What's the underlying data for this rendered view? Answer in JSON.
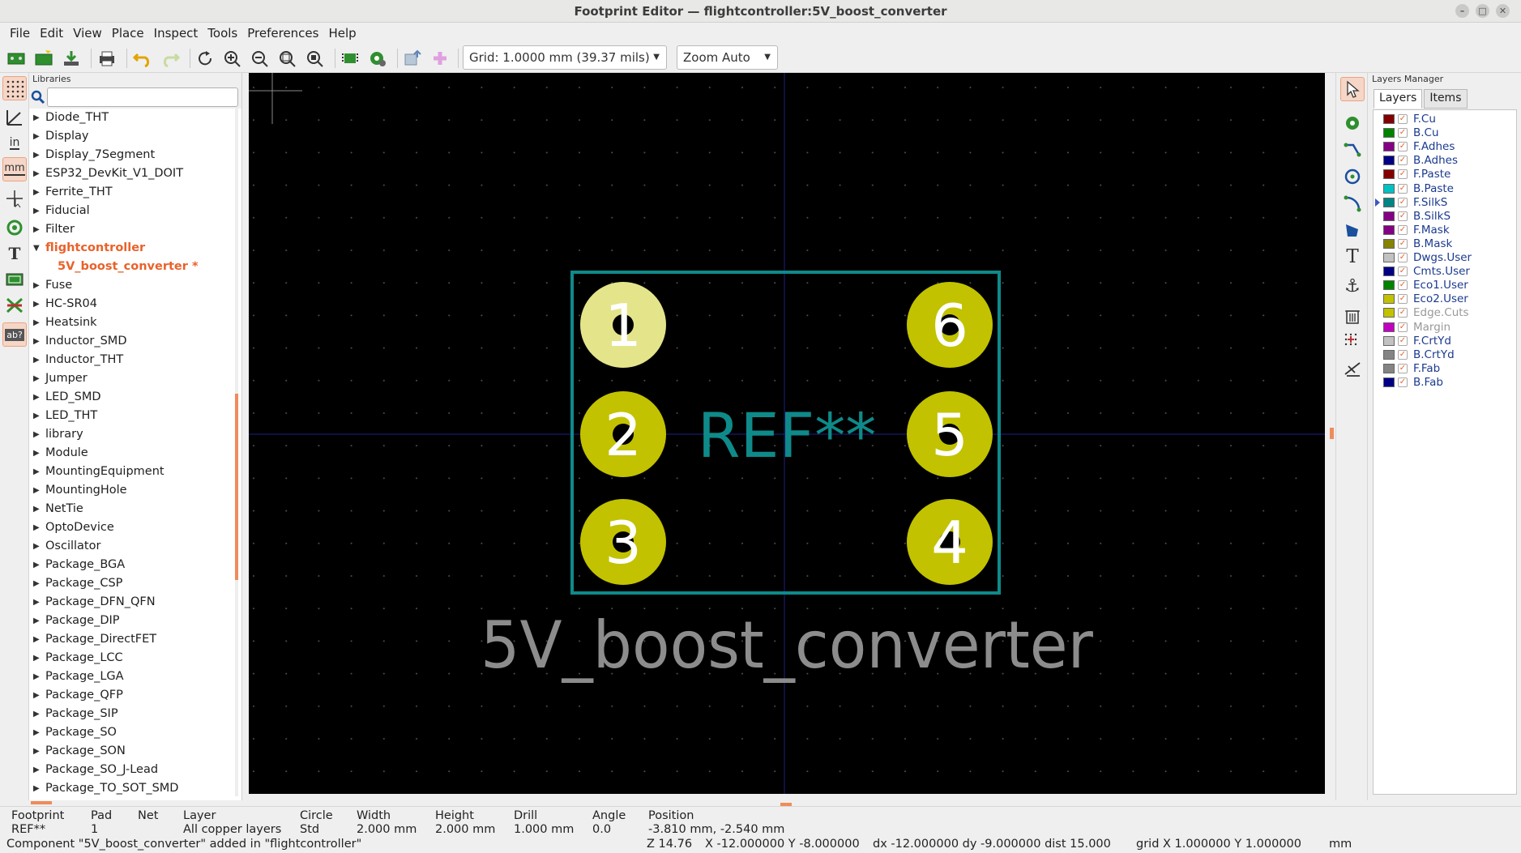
{
  "window": {
    "title": "Footprint Editor — flightcontroller:5V_boost_converter"
  },
  "menu": [
    "File",
    "Edit",
    "View",
    "Place",
    "Inspect",
    "Tools",
    "Preferences",
    "Help"
  ],
  "toolbar": {
    "grid_select": "Grid: 1.0000 mm (39.37 mils)",
    "zoom_select": "Zoom Auto",
    "icons": [
      "new-footprint-icon",
      "create-footprint-wizard-icon",
      "save-icon",
      "print-icon",
      "undo-icon",
      "redo-icon",
      "refresh-icon",
      "zoom-in-icon",
      "zoom-out-icon",
      "zoom-fit-icon",
      "zoom-selection-icon",
      "footprint-properties-icon",
      "pad-settings-icon",
      "load-footprint-from-board-icon",
      "insert-footprint-icon"
    ]
  },
  "left_tools": [
    "grid-toggle-icon",
    "polar-coords-icon",
    "inch-units-icon",
    "mm-units-icon",
    "cursor-shape-icon",
    "pad-sketch-icon",
    "text-sketch-icon",
    "graphics-sketch-icon",
    "high-contrast-icon",
    "show-pad-numbers-icon"
  ],
  "left_labels": {
    "in": "in",
    "mm": "mm",
    "abc": "ab?"
  },
  "libraries": {
    "title": "Libraries",
    "search_placeholder": "",
    "items": [
      {
        "label": "Diode_THT",
        "state": "collapsed"
      },
      {
        "label": "Display",
        "state": "collapsed"
      },
      {
        "label": "Display_7Segment",
        "state": "collapsed"
      },
      {
        "label": "ESP32_DevKit_V1_DOIT",
        "state": "collapsed"
      },
      {
        "label": "Ferrite_THT",
        "state": "collapsed"
      },
      {
        "label": "Fiducial",
        "state": "collapsed"
      },
      {
        "label": "Filter",
        "state": "collapsed"
      },
      {
        "label": "flightcontroller",
        "state": "expanded"
      },
      {
        "label": "5V_boost_converter *",
        "state": "child"
      },
      {
        "label": "Fuse",
        "state": "collapsed"
      },
      {
        "label": "HC-SR04",
        "state": "collapsed"
      },
      {
        "label": "Heatsink",
        "state": "collapsed"
      },
      {
        "label": "Inductor_SMD",
        "state": "collapsed"
      },
      {
        "label": "Inductor_THT",
        "state": "collapsed"
      },
      {
        "label": "Jumper",
        "state": "collapsed"
      },
      {
        "label": "LED_SMD",
        "state": "collapsed"
      },
      {
        "label": "LED_THT",
        "state": "collapsed"
      },
      {
        "label": "library",
        "state": "collapsed"
      },
      {
        "label": "Module",
        "state": "collapsed"
      },
      {
        "label": "MountingEquipment",
        "state": "collapsed"
      },
      {
        "label": "MountingHole",
        "state": "collapsed"
      },
      {
        "label": "NetTie",
        "state": "collapsed"
      },
      {
        "label": "OptoDevice",
        "state": "collapsed"
      },
      {
        "label": "Oscillator",
        "state": "collapsed"
      },
      {
        "label": "Package_BGA",
        "state": "collapsed"
      },
      {
        "label": "Package_CSP",
        "state": "collapsed"
      },
      {
        "label": "Package_DFN_QFN",
        "state": "collapsed"
      },
      {
        "label": "Package_DIP",
        "state": "collapsed"
      },
      {
        "label": "Package_DirectFET",
        "state": "collapsed"
      },
      {
        "label": "Package_LCC",
        "state": "collapsed"
      },
      {
        "label": "Package_LGA",
        "state": "collapsed"
      },
      {
        "label": "Package_QFP",
        "state": "collapsed"
      },
      {
        "label": "Package_SIP",
        "state": "collapsed"
      },
      {
        "label": "Package_SO",
        "state": "collapsed"
      },
      {
        "label": "Package_SON",
        "state": "collapsed"
      },
      {
        "label": "Package_SO_J-Lead",
        "state": "collapsed"
      },
      {
        "label": "Package_TO_SOT_SMD",
        "state": "collapsed"
      }
    ]
  },
  "canvas": {
    "reference_text": "REF**",
    "value_text": "5V_boost_converter",
    "pads": [
      "1",
      "2",
      "3",
      "4",
      "5",
      "6"
    ],
    "colors": {
      "background": "#000000",
      "pad": "#c2c200",
      "pad_selected": "#e4e48a",
      "silkscreen": "#0f8a8a",
      "fab_text": "#8c8c8c",
      "grid_dot": "#4a4a4a",
      "axis": "#1a1a70"
    }
  },
  "right_tools": [
    "select-arrow-icon",
    "add-pad-icon",
    "draw-line-icon",
    "draw-circle-icon",
    "draw-arc-icon",
    "draw-polygon-icon",
    "add-text-icon",
    "place-anchor-icon",
    "delete-icon",
    "grid-origin-icon",
    "measure-icon"
  ],
  "layers_manager": {
    "title": "Layers Manager",
    "tabs": [
      "Layers",
      "Items"
    ],
    "layers": [
      {
        "name": "F.Cu",
        "color": "#840000",
        "checked": true,
        "dim": false
      },
      {
        "name": "B.Cu",
        "color": "#008400",
        "checked": true,
        "dim": false
      },
      {
        "name": "F.Adhes",
        "color": "#840084",
        "checked": true,
        "dim": false
      },
      {
        "name": "B.Adhes",
        "color": "#000084",
        "checked": true,
        "dim": false
      },
      {
        "name": "F.Paste",
        "color": "#840000",
        "checked": true,
        "dim": false
      },
      {
        "name": "B.Paste",
        "color": "#00c2c2",
        "checked": true,
        "dim": false
      },
      {
        "name": "F.SilkS",
        "color": "#008484",
        "checked": true,
        "dim": false,
        "active": true
      },
      {
        "name": "B.SilkS",
        "color": "#840084",
        "checked": true,
        "dim": false
      },
      {
        "name": "F.Mask",
        "color": "#840084",
        "checked": true,
        "dim": false
      },
      {
        "name": "B.Mask",
        "color": "#848400",
        "checked": true,
        "dim": false
      },
      {
        "name": "Dwgs.User",
        "color": "#c2c2c2",
        "checked": true,
        "dim": false
      },
      {
        "name": "Cmts.User",
        "color": "#000084",
        "checked": true,
        "dim": false
      },
      {
        "name": "Eco1.User",
        "color": "#008400",
        "checked": true,
        "dim": false
      },
      {
        "name": "Eco2.User",
        "color": "#c2c200",
        "checked": true,
        "dim": false
      },
      {
        "name": "Edge.Cuts",
        "color": "#c2c200",
        "checked": true,
        "dim": true
      },
      {
        "name": "Margin",
        "color": "#c200c2",
        "checked": true,
        "dim": true
      },
      {
        "name": "F.CrtYd",
        "color": "#c2c2c2",
        "checked": true,
        "dim": false
      },
      {
        "name": "B.CrtYd",
        "color": "#848484",
        "checked": true,
        "dim": false
      },
      {
        "name": "F.Fab",
        "color": "#848484",
        "checked": true,
        "dim": false
      },
      {
        "name": "B.Fab",
        "color": "#000084",
        "checked": true,
        "dim": false
      }
    ]
  },
  "status": {
    "footprint_label": "Footprint",
    "footprint_value": "REF**",
    "pad_label": "Pad",
    "pad_value": "1",
    "net_label": "Net",
    "net_value": "",
    "layer_label": "Layer",
    "layer_value": "All copper layers",
    "circle_label": "Circle",
    "circle_value": "Std",
    "width_label": "Width",
    "width_value": "2.000 mm",
    "height_label": "Height",
    "height_value": "2.000 mm",
    "drill_label": "Drill",
    "drill_value": "1.000 mm",
    "angle_label": "Angle",
    "angle_value": "0.0",
    "position_label": "Position",
    "position_value": "-3.810 mm, -2.540 mm",
    "message": "Component \"5V_boost_converter\" added in  \"flightcontroller\"",
    "zoom": "Z 14.76",
    "cursor": "X -12.000000  Y -8.000000",
    "delta": "dx -12.000000  dy -9.000000  dist 15.000",
    "grid": "grid X 1.000000  Y 1.000000",
    "units": "mm"
  }
}
